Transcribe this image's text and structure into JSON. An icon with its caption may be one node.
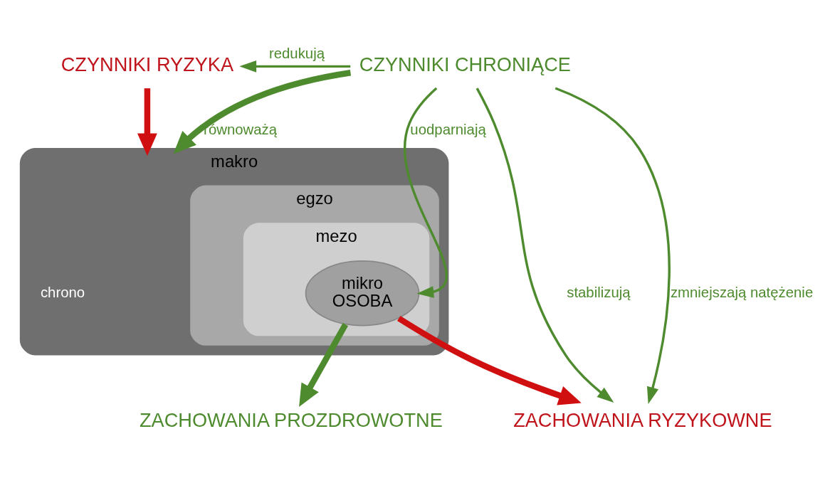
{
  "diagram": {
    "nodes": [
      {
        "text": [
          "CZYNNIKI RYZYKA"
        ]
      },
      {
        "text": [
          "CZYNNIKI CHRONIĄCE"
        ]
      },
      {
        "text": [
          "makro"
        ]
      },
      {
        "text": [
          "egzo"
        ],
        "in": 2
      },
      {
        "text": [
          "mezo"
        ],
        "in": 3
      },
      {
        "text": [
          "mikro",
          "OSOBA"
        ],
        "in": 4
      },
      {
        "text": [
          "ZACHOWANIA RYZYKOWNE"
        ]
      },
      {
        "text": [
          "ZACHOWANIA PROZDROWOTNE"
        ]
      }
    ],
    "edges": [
      {
        "from": 1,
        "to": 0,
        "arrow": "to",
        "label": "redukują"
      },
      {
        "from": 0,
        "to": 2,
        "arrow": "to",
        "style": "thick",
        "color": "#d01010"
      },
      {
        "from": 1,
        "to": 2,
        "arrow": "to",
        "style": "thick",
        "label": "równoważą"
      },
      {
        "from": 1,
        "to": 5,
        "arrow": "to",
        "label": "uodparniają"
      },
      {
        "from": 5,
        "to": 6,
        "arrow": "to",
        "style": "thick",
        "color": "#d01010"
      },
      {
        "from": 5,
        "to": 7,
        "arrow": "to",
        "style": "thick"
      },
      {
        "from": 1,
        "to": 6,
        "arrow": "to",
        "label": "stabilizują"
      },
      {
        "from": 1,
        "to": 6,
        "arrow": "to",
        "label": "zmniejszają natężenie"
      }
    ],
    "labels": [
      "chrono"
    ]
  }
}
